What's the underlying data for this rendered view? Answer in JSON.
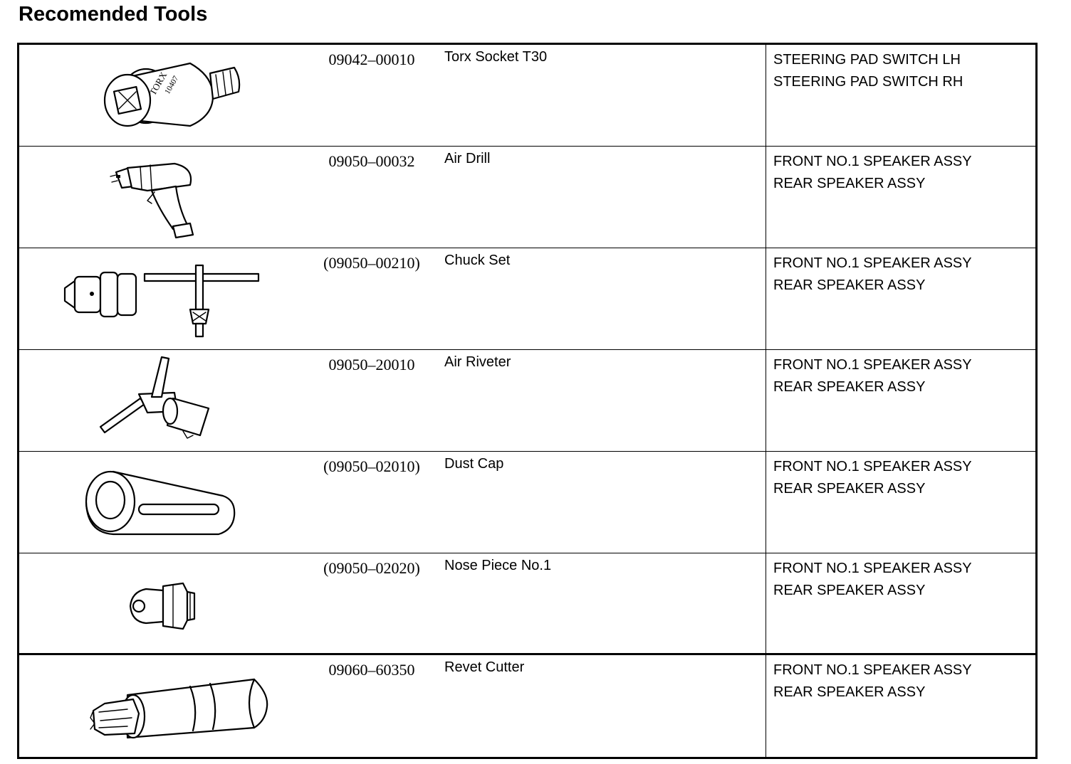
{
  "title": "Recomended Tools",
  "tools": [
    {
      "part_no": "09042–00010",
      "name": "Torx Socket T30",
      "icon": "torx-socket-icon",
      "applies_to": [
        "STEERING PAD SWITCH LH",
        "STEERING PAD SWITCH RH"
      ]
    },
    {
      "part_no": "09050–00032",
      "name": "Air Drill",
      "icon": "air-drill-icon",
      "applies_to": [
        "FRONT NO.1 SPEAKER ASSY",
        "REAR SPEAKER ASSY"
      ]
    },
    {
      "part_no": "(09050–00210)",
      "name": "Chuck Set",
      "icon": "chuck-set-icon",
      "applies_to": [
        "FRONT NO.1 SPEAKER ASSY",
        "REAR SPEAKER ASSY"
      ]
    },
    {
      "part_no": "09050–20010",
      "name": "Air Riveter",
      "icon": "air-riveter-icon",
      "applies_to": [
        "FRONT NO.1 SPEAKER ASSY",
        "REAR SPEAKER ASSY"
      ]
    },
    {
      "part_no": "(09050–02010)",
      "name": "Dust Cap",
      "icon": "dust-cap-icon",
      "applies_to": [
        "FRONT NO.1 SPEAKER ASSY",
        "REAR SPEAKER ASSY"
      ]
    },
    {
      "part_no": "(09050–02020)",
      "name": "Nose Piece No.1",
      "icon": "nose-piece-icon",
      "applies_to": [
        "FRONT NO.1 SPEAKER ASSY",
        "REAR SPEAKER ASSY"
      ]
    },
    {
      "part_no": "09060–60350",
      "name": "Revet Cutter",
      "icon": "rivet-cutter-icon",
      "applies_to": [
        "FRONT NO.1 SPEAKER ASSY",
        "REAR SPEAKER ASSY"
      ]
    }
  ]
}
